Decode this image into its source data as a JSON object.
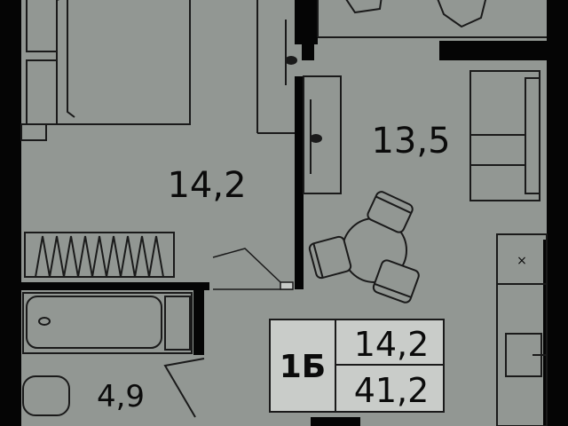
{
  "rooms": {
    "bedroom_area": "14,2",
    "living_area": "13,5",
    "bath_area": "4,9"
  },
  "apartment": {
    "type_label": "1Б",
    "living_area": "14,2",
    "total_area": "41,2"
  },
  "colors": {
    "floor": "#929793",
    "wall": "#050505",
    "line": "#1a1a1a",
    "highlight": "#c9ccc9"
  },
  "icons": {
    "stove_mark": "×"
  }
}
